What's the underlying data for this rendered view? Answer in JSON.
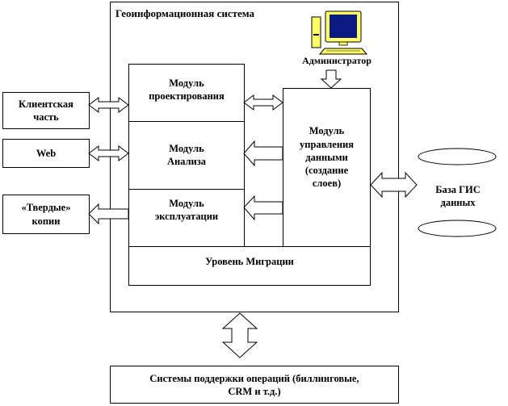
{
  "system_title": "Геоинформационная система",
  "admin_label": "Администратор",
  "modules": {
    "design": [
      "Модуль",
      "проектирования"
    ],
    "analysis": [
      "Модуль",
      "Анализа"
    ],
    "exploitation": [
      "Модуль",
      "эксплуатации"
    ],
    "data_management": [
      "Модуль",
      "управления",
      "данными",
      "(создание",
      "слоев)"
    ]
  },
  "migration_level": "Уровень Миграции",
  "clients": {
    "client_part": [
      "Клиентская",
      "часть"
    ],
    "web": "Web",
    "hard_copies": [
      "«Твердые»",
      "копии"
    ]
  },
  "database": [
    "База ГИС",
    "данных"
  ],
  "operations": [
    "Системы поддержки операций (биллинговые,",
    "CRM и т.д.)"
  ]
}
